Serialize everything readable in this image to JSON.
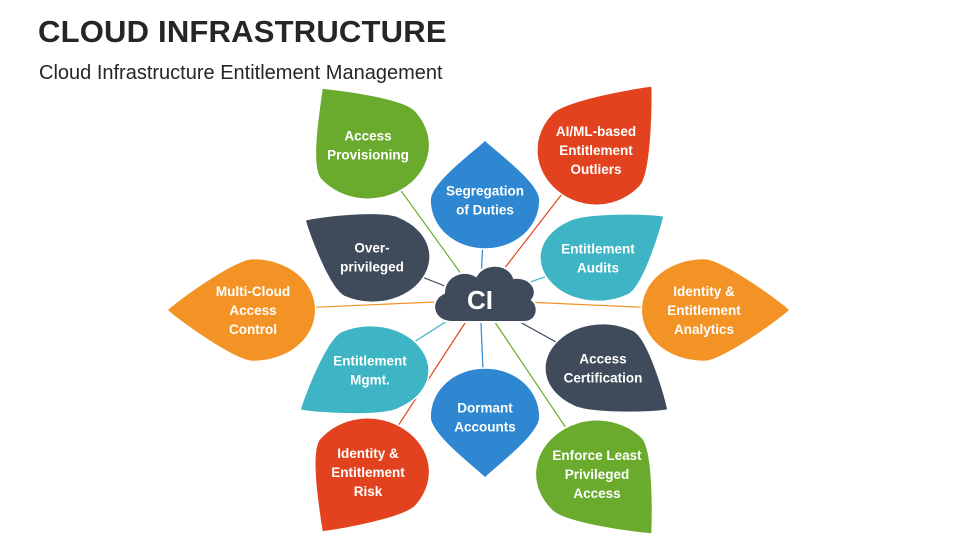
{
  "slide": {
    "title": "CLOUD INFRASTRUCTURE",
    "subtitle": "Cloud Infrastructure Entitlement Management"
  },
  "hub": {
    "label": "CI",
    "color": "#3F4B5A"
  },
  "leaves": [
    {
      "id": "access-provisioning",
      "lines": [
        "Access",
        "Provisioning"
      ],
      "color": "#6AAB2E",
      "line_color": "#6AAB2E"
    },
    {
      "id": "ai-ml-outliers",
      "lines": [
        "AI/ML-based",
        "Entitlement",
        "Outliers"
      ],
      "color": "#E2431E",
      "line_color": "#E2431E"
    },
    {
      "id": "segregation-of-duties",
      "lines": [
        "Segregation",
        "of Duties"
      ],
      "color": "#2E87D0",
      "line_color": "#2E87D0"
    },
    {
      "id": "over-privileged",
      "lines": [
        "Over-",
        "privileged"
      ],
      "color": "#3F4B5A",
      "line_color": "#3F4B5A"
    },
    {
      "id": "entitlement-audits",
      "lines": [
        "Entitlement",
        "Audits"
      ],
      "color": "#3DB5C5",
      "line_color": "#3DB5C5"
    },
    {
      "id": "multi-cloud-access-control",
      "lines": [
        "Multi-Cloud",
        "Access",
        "Control"
      ],
      "color": "#F39325",
      "line_color": "#F39325"
    },
    {
      "id": "identity-entitlement-analytics",
      "lines": [
        "Identity &",
        "Entitlement",
        "Analytics"
      ],
      "color": "#F39325",
      "line_color": "#F39325"
    },
    {
      "id": "entitlement-mgmt",
      "lines": [
        "Entitlement",
        "Mgmt."
      ],
      "color": "#3DB5C5",
      "line_color": "#3DB5C5"
    },
    {
      "id": "access-certification",
      "lines": [
        "Access",
        "Certification"
      ],
      "color": "#3F4B5A",
      "line_color": "#3F4B5A"
    },
    {
      "id": "dormant-accounts",
      "lines": [
        "Dormant",
        "Accounts"
      ],
      "color": "#2E87D0",
      "line_color": "#2E87D0"
    },
    {
      "id": "identity-entitlement-risk",
      "lines": [
        "Identity &",
        "Entitlement",
        "Risk"
      ],
      "color": "#E2431E",
      "line_color": "#E2431E"
    },
    {
      "id": "enforce-least-privileged-access",
      "lines": [
        "Enforce Least",
        "Privileged",
        "Access"
      ],
      "color": "#6AAB2E",
      "line_color": "#6AAB2E"
    }
  ]
}
